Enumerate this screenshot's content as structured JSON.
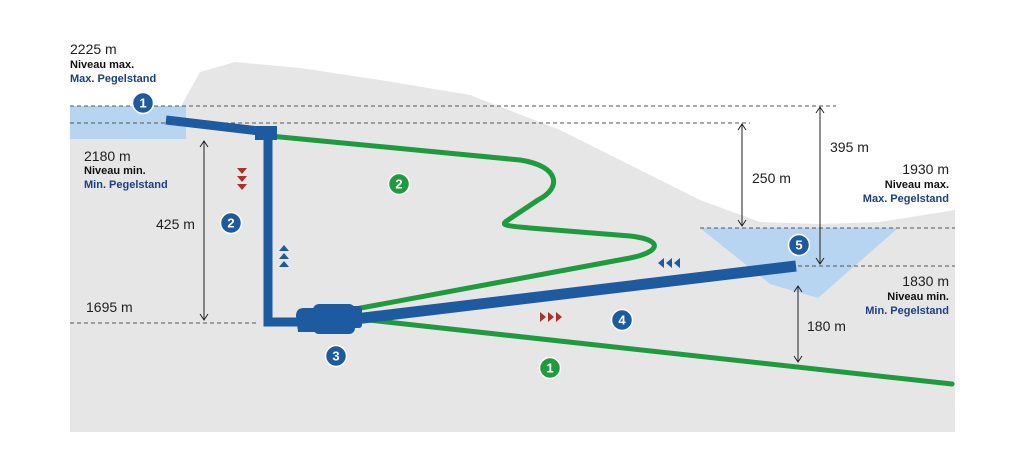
{
  "colors": {
    "background": "#ffffff",
    "terrain": "#e6e6e6",
    "water": "#b7d4f0",
    "pipe_blue": "#1e5aa0",
    "pipe_green": "#1f9a3e",
    "arrow_red": "#a8322d",
    "arrow_blue": "#1e5aa0",
    "badge_blue": "#1e5aa0",
    "badge_green": "#1f9a3e",
    "text_blue": "#1d3f86"
  },
  "upper_reservoir": {
    "max_elevation": "2225 m",
    "max_label": "Niveau max.",
    "max_label_de": "Max. Pegelstand",
    "min_elevation": "2180 m",
    "min_label": "Niveau min.",
    "min_label_de": "Min. Pegelstand"
  },
  "lower_reservoir": {
    "max_elevation": "1930 m",
    "max_label": "Niveau max.",
    "max_label_de": "Max. Pegelstand",
    "min_elevation": "1830 m",
    "min_label": "Niveau min.",
    "min_label_de": "Min. Pegelstand"
  },
  "dimensions": {
    "left_elevation": "1695 m",
    "shaft_height": "425 m",
    "head_min": "250 m",
    "head_max": "395 m",
    "lower_depth": "180 m"
  },
  "badges": {
    "blue": [
      "1",
      "2",
      "3",
      "4",
      "5"
    ],
    "green": [
      "1",
      "2"
    ]
  }
}
